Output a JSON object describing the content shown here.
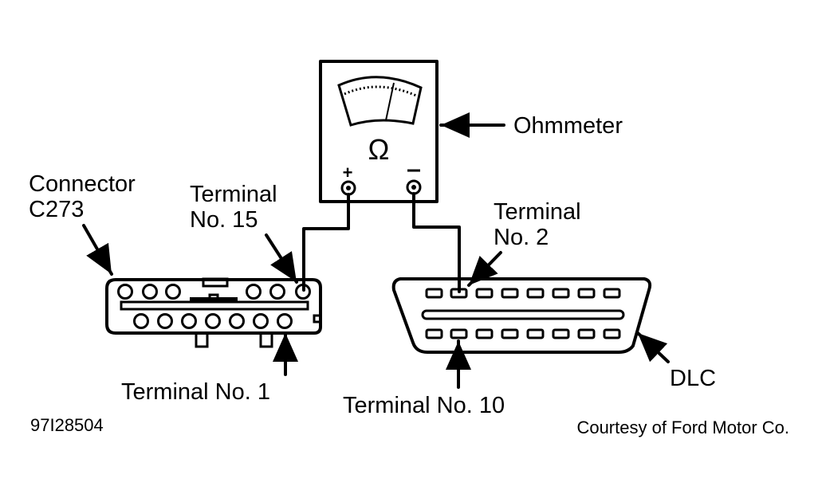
{
  "diagram": {
    "figure_id": "97I28504",
    "credit": "Courtesy of Ford Motor Co.",
    "labels": {
      "ohmmeter": "Ohmmeter",
      "connector_line1": "Connector",
      "connector_line2": "C273",
      "terminal15_line1": "Terminal",
      "terminal15_line2": "No. 15",
      "terminal1": "Terminal No. 1",
      "terminal2_line1": "Terminal",
      "terminal2_line2": "No. 2",
      "terminal10": "Terminal No. 10",
      "dlc": "DLC"
    },
    "meter": {
      "symbol": "Ω",
      "plus": "+",
      "minus": "−"
    }
  }
}
